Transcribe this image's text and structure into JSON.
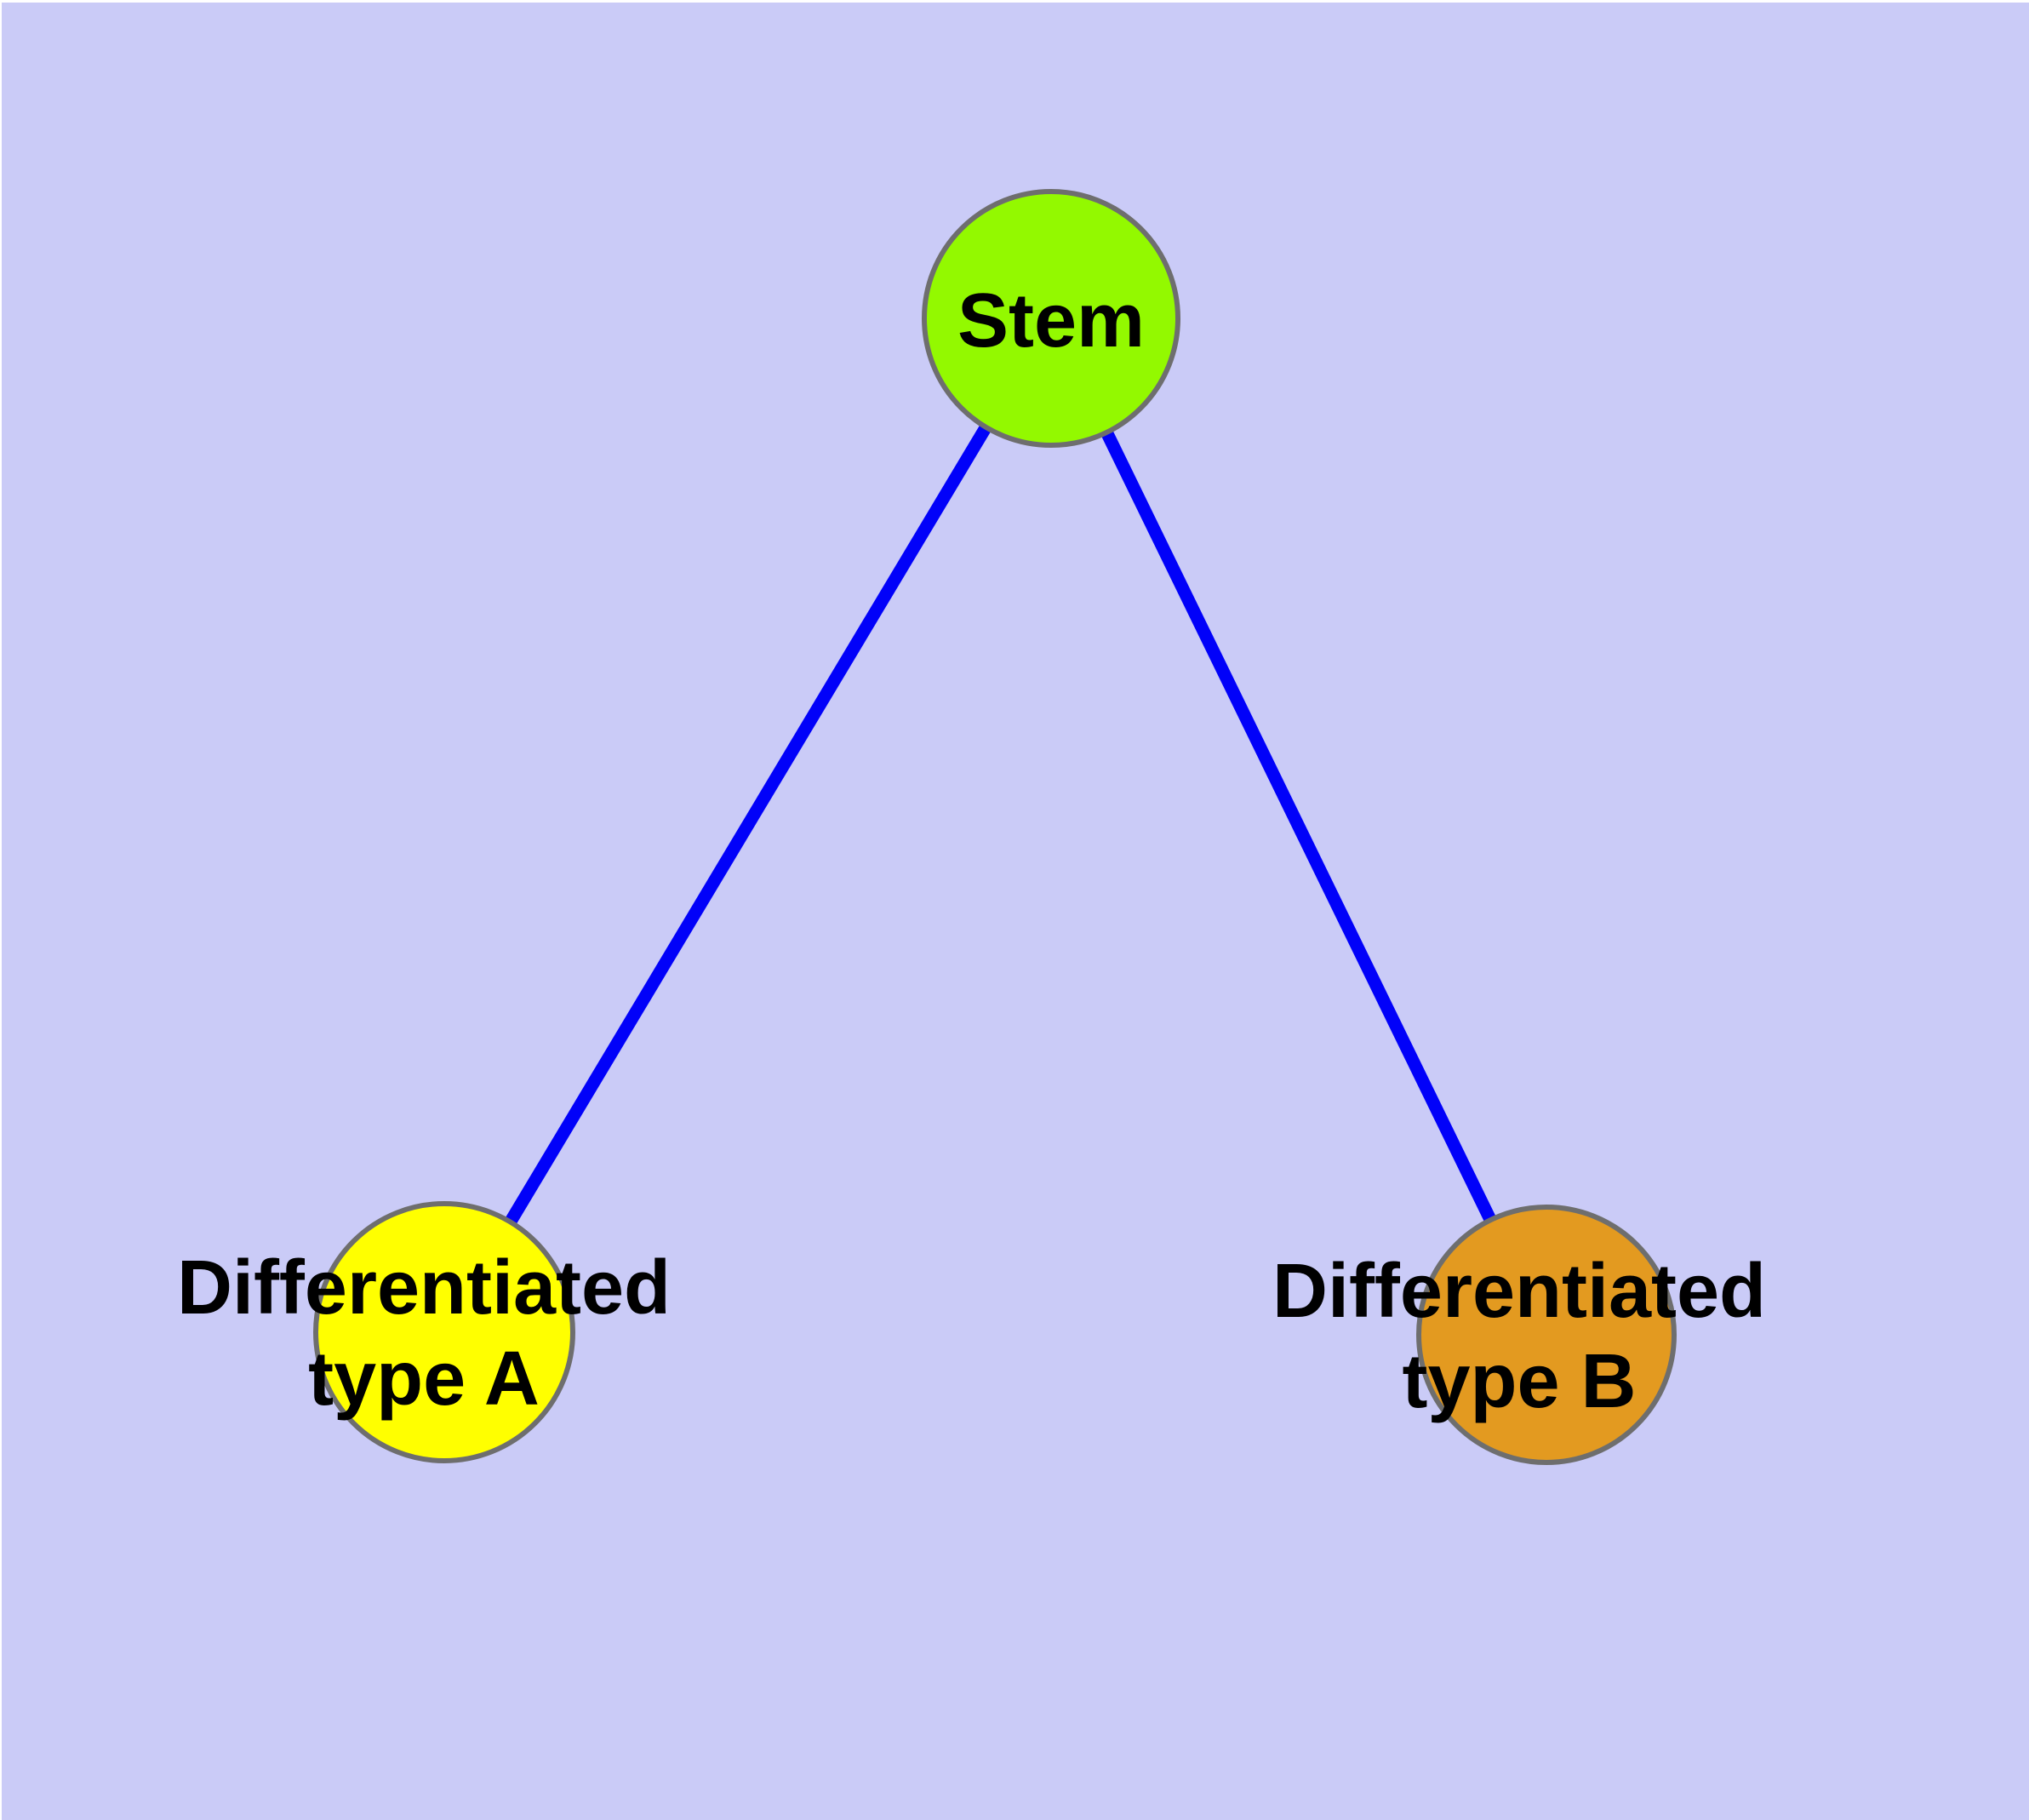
{
  "canvas": {
    "page_background": "#FFFFFF",
    "background": "#CACBF7"
  },
  "text_color": "#000000",
  "edges": {
    "color": "#0101F9",
    "list": [
      {
        "from": "Stem",
        "to": "Differentiated type A"
      },
      {
        "from": "Stem",
        "to": "Differentiated type B"
      }
    ]
  },
  "nodes": {
    "stem": {
      "label": "Stem",
      "fill": "#93F900",
      "border": "#6E6E6E"
    },
    "type_a": {
      "label_line1": "Differentiated",
      "label_line2": "type A",
      "fill": "#FFFF00",
      "border": "#6E6E6E"
    },
    "type_b": {
      "label_line1": "Differentiated",
      "label_line2": "type B",
      "fill": "#E39A20",
      "border": "#6E6E6E"
    }
  }
}
